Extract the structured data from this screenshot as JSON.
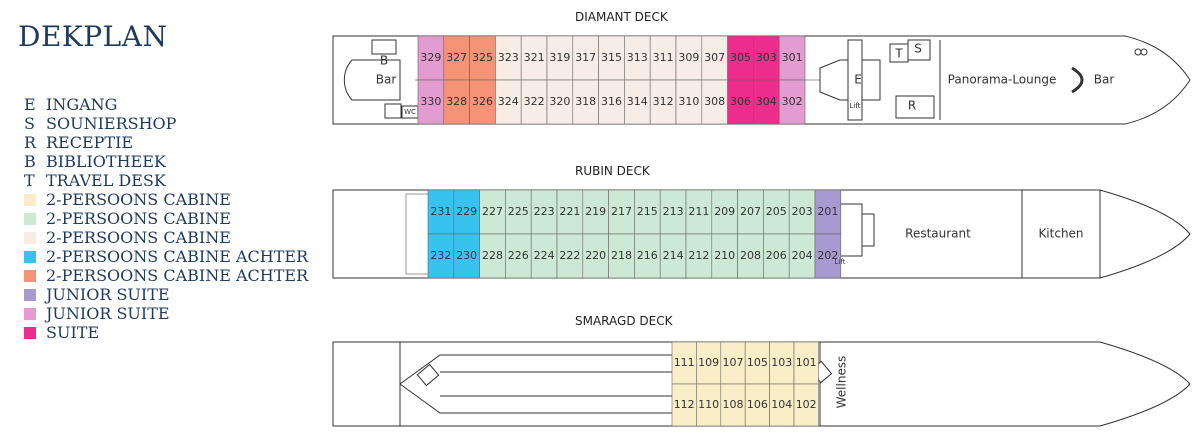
{
  "title": "DEKPLAN",
  "legend": {
    "letters": [
      {
        "key": "E",
        "label": "INGANG"
      },
      {
        "key": "S",
        "label": "SOUNIERSHOP"
      },
      {
        "key": "R",
        "label": "RECEPTIE"
      },
      {
        "key": "B",
        "label": "BIBLIOTHEEK"
      },
      {
        "key": "T",
        "label": "TRAVEL DESK"
      }
    ],
    "colors": [
      {
        "color": "#faeec9",
        "label": "2-PERSOONS CABINE"
      },
      {
        "color": "#cde9d6",
        "label": "2-PERSOONS CABINE"
      },
      {
        "color": "#f8ede6",
        "label": "2-PERSOONS CABINE"
      },
      {
        "color": "#38c2ee",
        "label": "2-PERSOONS CABINE ACHTER"
      },
      {
        "color": "#f59376",
        "label": "2-PERSOONS CABINE ACHTER"
      },
      {
        "color": "#a79ad0",
        "label": "JUNIOR SUITE"
      },
      {
        "color": "#e39ccf",
        "label": "JUNIOR SUITE"
      },
      {
        "color": "#ec2d8c",
        "label": "SUITE"
      }
    ]
  },
  "decks": {
    "diamant": {
      "name": "DIAMANT DECK",
      "top": [
        "329",
        "327",
        "325",
        "323",
        "321",
        "319",
        "317",
        "315",
        "313",
        "311",
        "309",
        "307",
        "305",
        "303",
        "301"
      ],
      "bottom": [
        "330",
        "328",
        "326",
        "324",
        "322",
        "320",
        "318",
        "316",
        "314",
        "312",
        "310",
        "308",
        "306",
        "304",
        "302"
      ],
      "labels": {
        "bar_left": "Bar",
        "b": "B",
        "wc": "WC",
        "lift": "Lift",
        "e": "E",
        "t": "T",
        "s": "S",
        "r": "R",
        "lounge": "Panorama-Lounge",
        "bar_right": "Bar"
      }
    },
    "rubin": {
      "name": "RUBIN DECK",
      "top": [
        "231",
        "229",
        "227",
        "225",
        "223",
        "221",
        "219",
        "217",
        "215",
        "213",
        "211",
        "209",
        "207",
        "205",
        "203",
        "201"
      ],
      "bottom": [
        "232",
        "230",
        "228",
        "226",
        "224",
        "222",
        "220",
        "218",
        "216",
        "214",
        "212",
        "210",
        "208",
        "206",
        "204",
        "202"
      ],
      "labels": {
        "restaurant": "Restaurant",
        "kitchen": "Kitchen",
        "lift": "Lift"
      }
    },
    "smaragd": {
      "name": "SMARAGD DECK",
      "top": [
        "111",
        "109",
        "107",
        "105",
        "103",
        "101"
      ],
      "bottom": [
        "112",
        "110",
        "108",
        "106",
        "104",
        "102"
      ],
      "labels": {
        "wellness": "Wellness"
      }
    }
  }
}
